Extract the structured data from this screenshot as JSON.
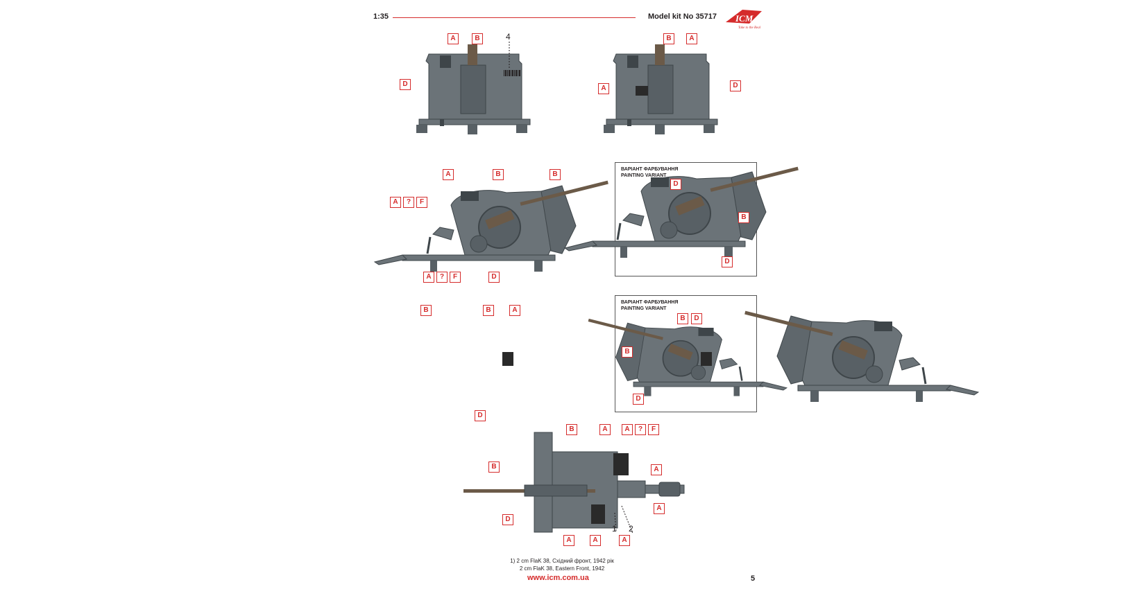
{
  "header": {
    "scale": "1:35",
    "model": "Model kit No 35717",
    "logo_text": "ICM",
    "logo_tagline": "Take to the Real"
  },
  "variants": [
    {
      "title_ua": "ВАРІАНТ ФАРБУВАННЯ",
      "title_en": "PAINTING VARIANT"
    },
    {
      "title_ua": "ВАРІАНТ ФАРБУВАННЯ",
      "title_en": "PAINTING VARIANT"
    }
  ],
  "labels": {
    "A": "A",
    "B": "B",
    "D": "D",
    "F": "F",
    "Q": "?"
  },
  "numbers": {
    "n1": "1",
    "n2": "2",
    "n4": "4"
  },
  "footer": {
    "caption_ua": "1) 2 cm FlaK 38, Східний фронт, 1942 рік",
    "caption_en": "2 cm FlaK 38, Eastern Front, 1942",
    "url": "www.icm.com.ua",
    "page": "5"
  },
  "colors": {
    "accent": "#d52b2b",
    "gun_grey": "#6b7378",
    "gun_dark": "#3e4549",
    "barrel": "#6b5a48",
    "magazine": "#2a2a2a"
  }
}
